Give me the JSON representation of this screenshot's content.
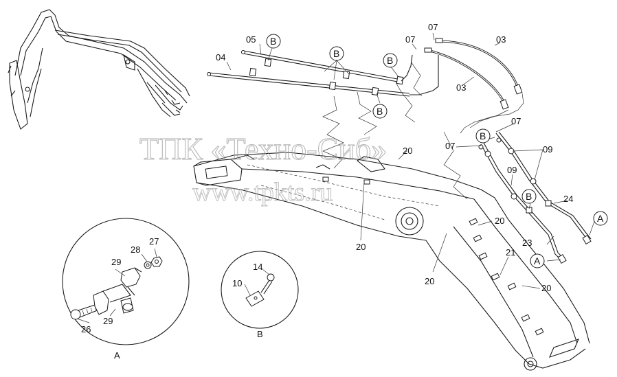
{
  "watermark": {
    "line1": "ТПК «Техно-Сиб»",
    "line2": "www.tpkts.ru"
  },
  "callouts": [
    {
      "id": "c03a",
      "text": "03"
    },
    {
      "id": "c03b",
      "text": "03"
    },
    {
      "id": "c04",
      "text": "04"
    },
    {
      "id": "c05",
      "text": "05"
    },
    {
      "id": "c07a",
      "text": "07"
    },
    {
      "id": "c07b",
      "text": "07"
    },
    {
      "id": "c07c",
      "text": "07"
    },
    {
      "id": "c07d",
      "text": "07"
    },
    {
      "id": "c09a",
      "text": "09"
    },
    {
      "id": "c09b",
      "text": "09"
    },
    {
      "id": "c20a",
      "text": "20"
    },
    {
      "id": "c20b",
      "text": "20"
    },
    {
      "id": "c20c",
      "text": "20"
    },
    {
      "id": "c20d",
      "text": "20"
    },
    {
      "id": "c20e",
      "text": "20"
    },
    {
      "id": "c21",
      "text": "21"
    },
    {
      "id": "c23",
      "text": "23"
    },
    {
      "id": "c24",
      "text": "24"
    }
  ],
  "bubbles": [
    {
      "id": "bB1",
      "text": "B"
    },
    {
      "id": "bB2",
      "text": "B"
    },
    {
      "id": "bB3",
      "text": "B"
    },
    {
      "id": "bB4",
      "text": "B"
    },
    {
      "id": "bB5",
      "text": "B"
    },
    {
      "id": "bB6",
      "text": "B"
    },
    {
      "id": "bA1",
      "text": "A"
    },
    {
      "id": "bA2",
      "text": "A"
    }
  ],
  "detail_a": {
    "caption": "A",
    "labels": [
      {
        "id": "a26",
        "text": "26"
      },
      {
        "id": "a27",
        "text": "27"
      },
      {
        "id": "a28",
        "text": "28"
      },
      {
        "id": "a29a",
        "text": "29"
      },
      {
        "id": "a29b",
        "text": "29"
      }
    ]
  },
  "detail_b": {
    "caption": "B",
    "labels": [
      {
        "id": "b10",
        "text": "10"
      },
      {
        "id": "b14",
        "text": "14"
      }
    ]
  }
}
